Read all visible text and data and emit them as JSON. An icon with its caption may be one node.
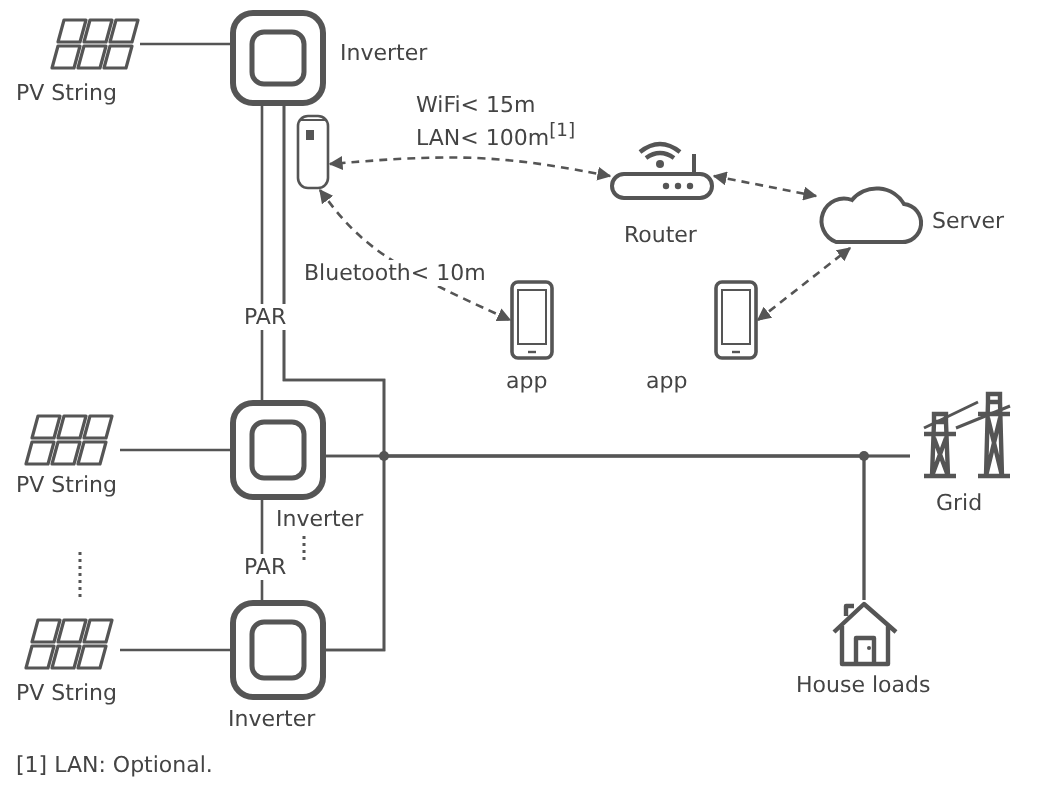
{
  "diagram": {
    "nodes": [
      {
        "text": [],
        "shape": "panel",
        "beside": [
          "PV String"
        ]
      },
      {
        "text": [],
        "shape": "box",
        "beside": [
          "Inverter"
        ]
      },
      {
        "text": [],
        "shape": "dongle"
      },
      {
        "text": [],
        "shape": "router",
        "beside": [
          "Router"
        ]
      },
      {
        "text": [],
        "shape": "cloud",
        "beside": [
          "Server"
        ]
      },
      {
        "text": [],
        "shape": "phone",
        "beside": [
          "app"
        ]
      },
      {
        "text": [],
        "shape": "phone",
        "beside": [
          "app"
        ]
      },
      {
        "text": [],
        "shape": "panel",
        "beside": [
          "PV String"
        ]
      },
      {
        "text": [],
        "shape": "box",
        "beside": [
          "Inverter"
        ]
      },
      {
        "text": [],
        "shape": "panel",
        "beside": [
          "PV String"
        ]
      },
      {
        "text": [],
        "shape": "box",
        "beside": [
          "Inverter"
        ]
      },
      {
        "text": [],
        "shape": "tower",
        "beside": [
          "Grid"
        ]
      },
      {
        "text": [],
        "shape": "house",
        "beside": [
          "House loads"
        ]
      }
    ],
    "edges": [
      {
        "from": 0,
        "to": 1,
        "arrow": "none"
      },
      {
        "from": 1,
        "to": 8,
        "arrow": "none",
        "label": "PAR"
      },
      {
        "from": 8,
        "to": 10,
        "arrow": "none",
        "label": "PAR"
      },
      {
        "from": 7,
        "to": 8,
        "arrow": "none"
      },
      {
        "from": 9,
        "to": 10,
        "arrow": "none"
      },
      {
        "from": 1,
        "to": 11,
        "arrow": "none"
      },
      {
        "from": 1,
        "to": 12,
        "arrow": "none"
      },
      {
        "from": 8,
        "to": 11,
        "arrow": "none"
      },
      {
        "from": 8,
        "to": 12,
        "arrow": "none"
      },
      {
        "from": 10,
        "to": 11,
        "arrow": "none"
      },
      {
        "from": 10,
        "to": 12,
        "arrow": "none"
      },
      {
        "from": 3,
        "to": 2,
        "arrow": "both",
        "style": "dashed",
        "label": "WiFi< 15m LAN< 100m$^{[1]}$"
      },
      {
        "from": 2,
        "to": 5,
        "arrow": "both",
        "style": "dashed",
        "label": "Bluetooth< 10m"
      },
      {
        "from": 3,
        "to": 4,
        "arrow": "both",
        "style": "dashed"
      },
      {
        "from": 6,
        "to": 4,
        "arrow": "both",
        "style": "dashed"
      }
    ],
    "labels": [
      "[1] LAN: Optional."
    ]
  }
}
